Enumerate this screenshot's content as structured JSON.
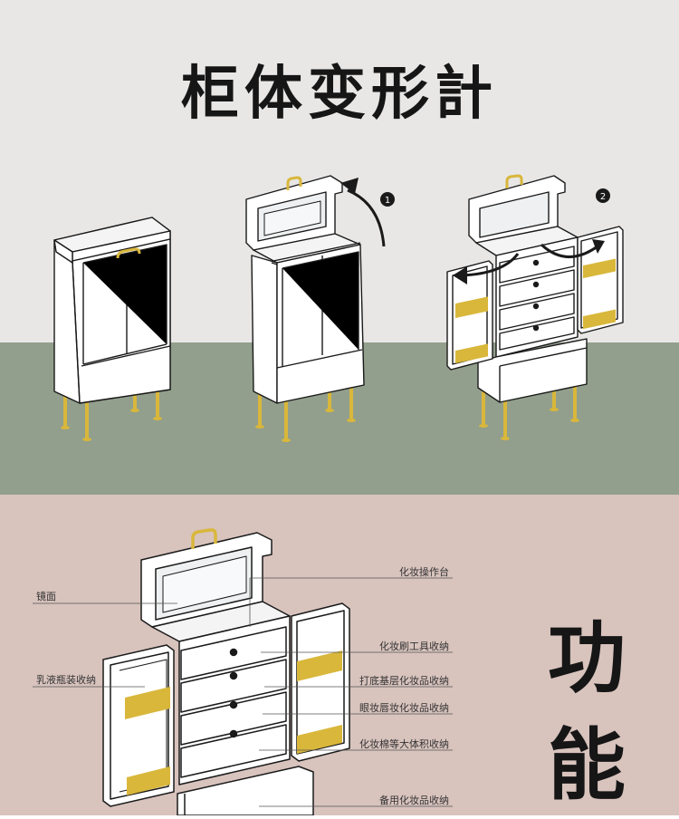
{
  "title": "柜体变形計",
  "side_title_line1": "功",
  "side_title_line2": "能",
  "steps": {
    "one": "1",
    "two": "2"
  },
  "labels": {
    "mirror": "镜面",
    "lotion": "乳液瓶装收纳",
    "makeup_table": "化妆操作台",
    "brush": "化妆刷工具收纳",
    "foundation": "打底基层化妆品收纳",
    "eye_lip": "眼妆唇妆化妆品收纳",
    "large": "化妆棉等大体积收纳",
    "spare": "备用化妆品收纳"
  },
  "colors": {
    "top_bg": "#e8e7e6",
    "floor": "#929f8c",
    "bottom_bg": "#d8c3bd",
    "gold": "#d9b73b",
    "ink": "#1a1a1a"
  }
}
